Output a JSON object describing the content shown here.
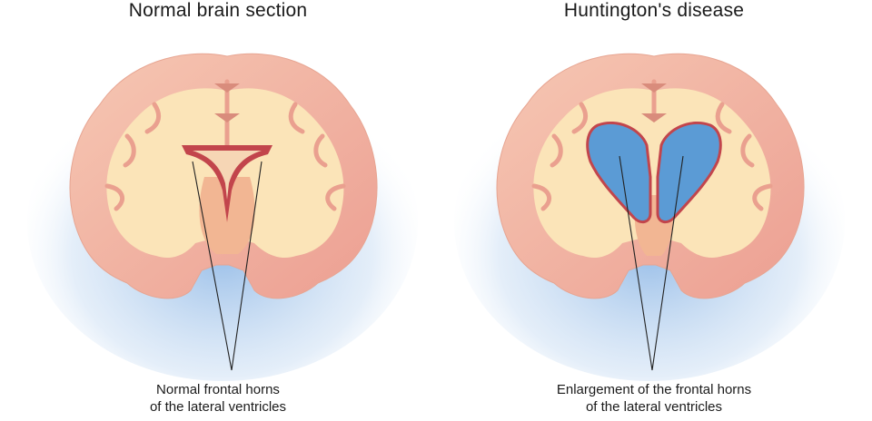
{
  "left_panel": {
    "title": "Normal brain section",
    "caption_line1": "Normal frontal horns",
    "caption_line2": "of the lateral ventricles"
  },
  "right_panel": {
    "title": "Huntington's disease",
    "caption_line1": "Enlargement of the frontal horns",
    "caption_line2": "of the lateral ventricles"
  },
  "colors": {
    "cortex": "#f3b9a6",
    "white_matter": "#fbe3b6",
    "ventricle_normal": "#c2454c",
    "ventricle_enlarged": "#5b9bd5",
    "glow": "#9ec2ea"
  }
}
